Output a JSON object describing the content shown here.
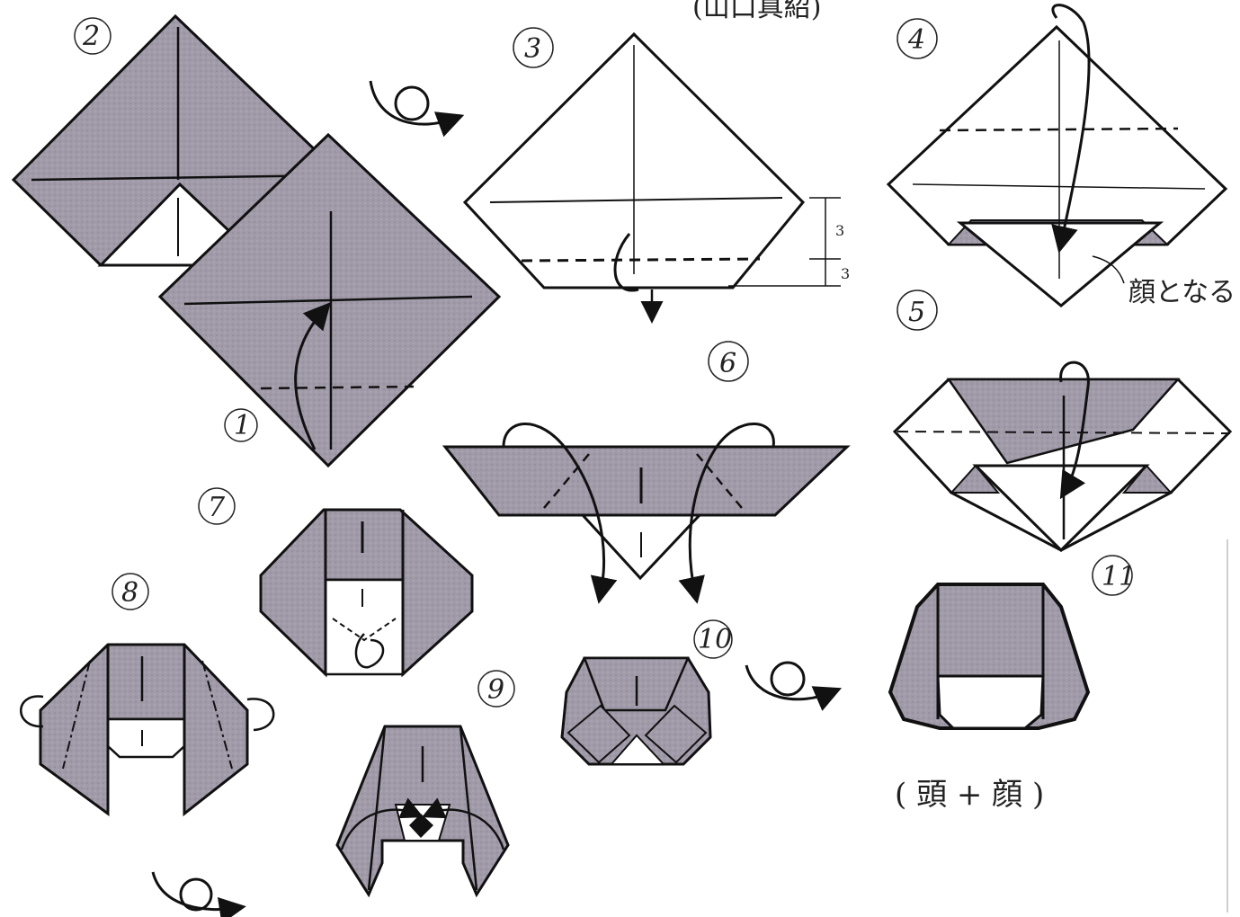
{
  "title": "(山口真紹)",
  "steps": [
    {
      "id": "1",
      "label": "1"
    },
    {
      "id": "2",
      "label": "2"
    },
    {
      "id": "3",
      "label": "3"
    },
    {
      "id": "4",
      "label": "4"
    },
    {
      "id": "5",
      "label": "5"
    },
    {
      "id": "6",
      "label": "6"
    },
    {
      "id": "7",
      "label": "7"
    },
    {
      "id": "8",
      "label": "8"
    },
    {
      "id": "9",
      "label": "9"
    },
    {
      "id": "10",
      "label": "10"
    },
    {
      "id": "11",
      "label": "11"
    }
  ],
  "annotations": {
    "step3_ratio_top": "3",
    "step3_ratio_bottom": "3",
    "step4_note": "顔となる",
    "result_caption": "( 頭 + 顔 )"
  },
  "colors": {
    "paper_colored": "#9e97a6",
    "paper_white": "#ffffff",
    "line": "#1a1a1a"
  }
}
